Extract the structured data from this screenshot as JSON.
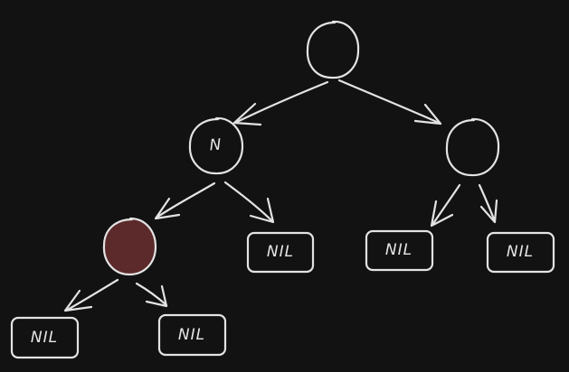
{
  "colors": {
    "background": "#121212",
    "stroke": "#e3e3e3",
    "highlight_fill": "#5c2a2a"
  },
  "tree": {
    "nodes": [
      {
        "id": "root",
        "label": ""
      },
      {
        "id": "n",
        "label": "N"
      },
      {
        "id": "right",
        "label": ""
      },
      {
        "id": "red",
        "label": "",
        "highlighted": true
      }
    ],
    "leaves": [
      {
        "id": "nil-n-right",
        "label": "NIL"
      },
      {
        "id": "nil-right-left",
        "label": "NIL"
      },
      {
        "id": "nil-right-right",
        "label": "NIL"
      },
      {
        "id": "nil-red-left",
        "label": "NIL"
      },
      {
        "id": "nil-red-right",
        "label": "NIL"
      }
    ],
    "edges": [
      {
        "from": "root",
        "to": "n"
      },
      {
        "from": "root",
        "to": "right"
      },
      {
        "from": "n",
        "to": "red"
      },
      {
        "from": "n",
        "to": "nil-n-right"
      },
      {
        "from": "right",
        "to": "nil-right-left"
      },
      {
        "from": "right",
        "to": "nil-right-right"
      },
      {
        "from": "red",
        "to": "nil-red-left"
      },
      {
        "from": "red",
        "to": "nil-red-right"
      }
    ]
  }
}
